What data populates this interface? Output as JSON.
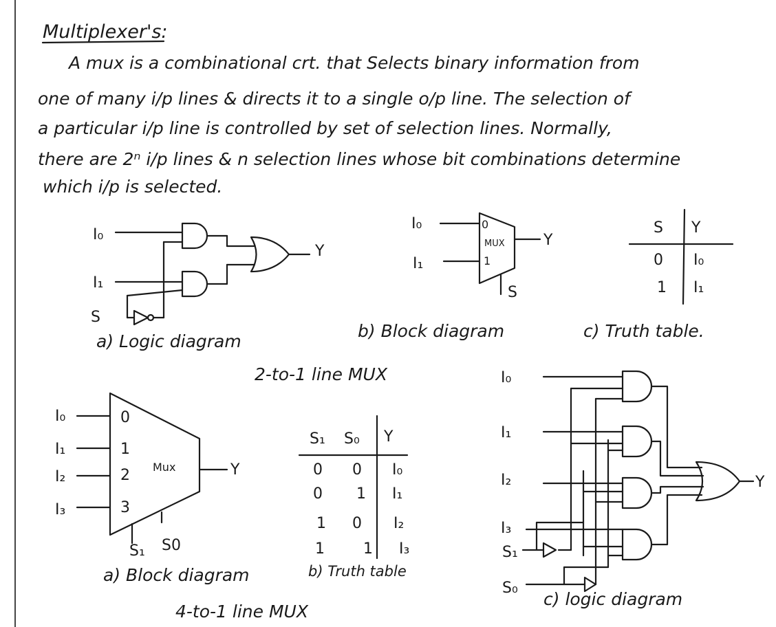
{
  "title": "Multiplexer's:",
  "paragraph": [
    "A mux is a combinational crt. that Selects binary information from",
    "one of many i/p lines & directs it to a single o/p line. The selection of",
    "a particular i/p line is controlled by set of selection lines. Normally,",
    "there are 2ⁿ i/p lines & n selection lines whose bit combinations determine",
    "which i/p is selected."
  ],
  "two_to_one": {
    "heading": "2-to-1 line MUX",
    "logic": {
      "caption": "a) Logic diagram",
      "i0": "I₀",
      "i1": "I₁",
      "s": "S",
      "y": "Y"
    },
    "block": {
      "caption": "b) Block diagram",
      "i0": "I₀",
      "i1": "I₁",
      "mux": "MUX",
      "p0": "0",
      "p1": "1",
      "s": "S",
      "y": "Y"
    },
    "truth": {
      "caption": "c) Truth table.",
      "h_s": "S",
      "h_y": "Y",
      "rows": [
        [
          "0",
          "I₀"
        ],
        [
          "1",
          "I₁"
        ]
      ]
    }
  },
  "four_to_one": {
    "heading": "4-to-1 line MUX",
    "block": {
      "caption": "a) Block diagram",
      "inputs": [
        "I₀",
        "I₁",
        "I₂",
        "I₃"
      ],
      "ports": [
        "0",
        "1",
        "2",
        "3"
      ],
      "mux": "Mux",
      "y": "Y",
      "s1": "S₁",
      "s0": "S0"
    },
    "truth": {
      "caption": "b) Truth table",
      "h_s1": "S₁",
      "h_s0": "S₀",
      "h_y": "Y",
      "rows": [
        [
          "0",
          "0",
          "I₀"
        ],
        [
          "0",
          "1",
          "I₁"
        ],
        [
          "1",
          "0",
          "I₂"
        ],
        [
          "1",
          "1",
          "I₃"
        ]
      ]
    },
    "logic": {
      "caption": "c) logic diagram",
      "inputs": [
        "I₀",
        "I₁",
        "I₂",
        "I₃"
      ],
      "s1": "S₁",
      "s0": "S₀",
      "y": "Y"
    }
  }
}
